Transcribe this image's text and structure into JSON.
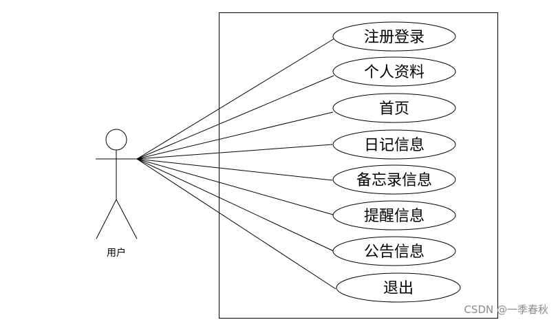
{
  "actor": {
    "label": "用户"
  },
  "use_cases": [
    {
      "label": "注册登录"
    },
    {
      "label": "个人资料"
    },
    {
      "label": "首页"
    },
    {
      "label": "日记信息"
    },
    {
      "label": "备忘录信息"
    },
    {
      "label": "提醒信息"
    },
    {
      "label": "公告信息"
    },
    {
      "label": "退出"
    }
  ],
  "watermark": "CSDN @一季春秋"
}
